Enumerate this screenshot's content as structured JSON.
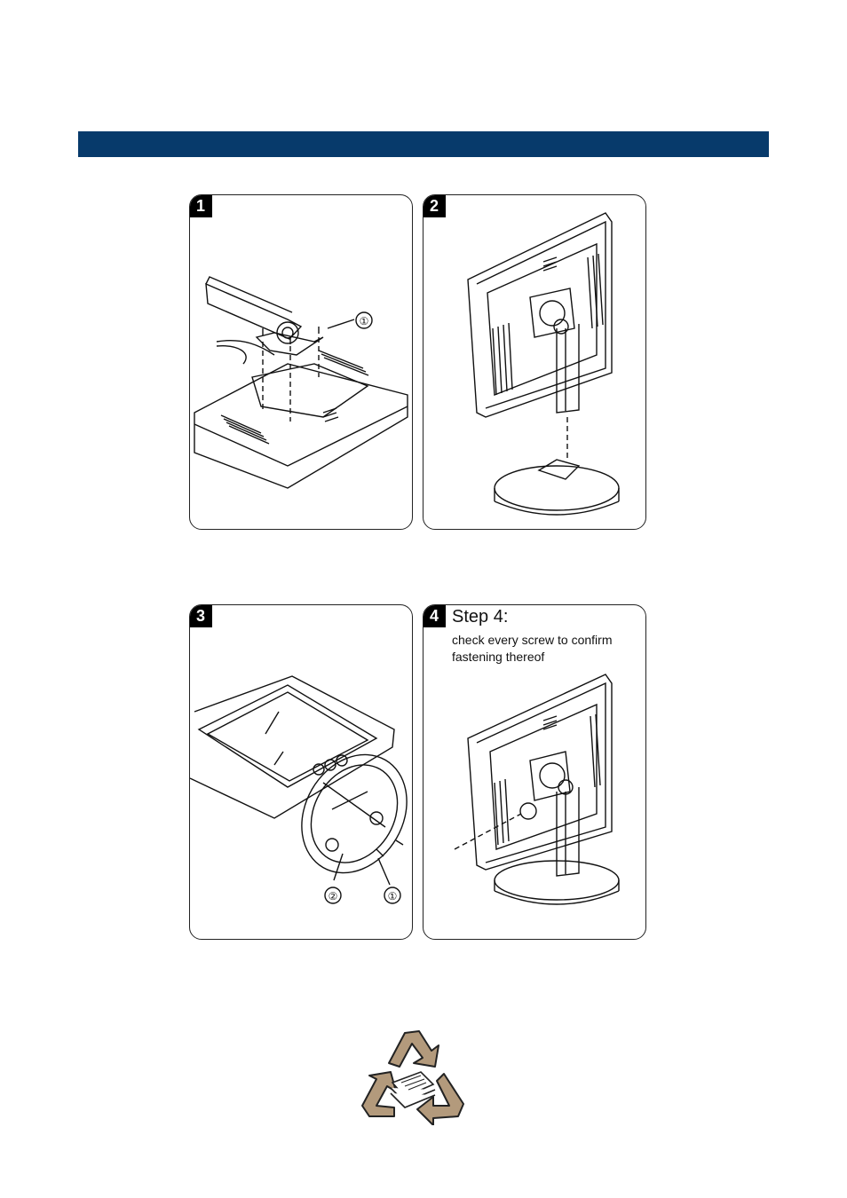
{
  "panels": [
    {
      "number": "1"
    },
    {
      "number": "2"
    },
    {
      "number": "3"
    },
    {
      "number": "4",
      "title": "Step 4:",
      "text_lines": [
        "check every screw to confirm",
        "fastening thereof"
      ]
    }
  ],
  "callouts": {
    "screw": "①",
    "foot": "②"
  },
  "colors": {
    "header_bar": "#073a6b",
    "recycle_fill": "#b39a7c"
  },
  "icons": {
    "recycle": "recycle-icon"
  }
}
